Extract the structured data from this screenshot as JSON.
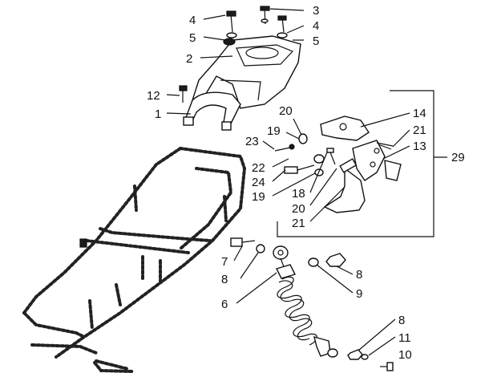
{
  "callouts": {
    "c1": "1",
    "c2": "2",
    "c3": "3",
    "c4a": "4",
    "c4b": "4",
    "c5a": "5",
    "c5b": "5",
    "c6": "6",
    "c7": "7",
    "c8a": "8",
    "c8b": "8",
    "c8c": "8",
    "c9": "9",
    "c10": "10",
    "c11": "11",
    "c12": "12",
    "c13": "13",
    "c14": "14",
    "c18": "18",
    "c19a": "19",
    "c19b": "19",
    "c20a": "20",
    "c20b": "20",
    "c21a": "21",
    "c21b": "21",
    "c22": "22",
    "c23": "23",
    "c24": "24",
    "c29": "29"
  },
  "parts": {
    "rear_carrier": "rack-icon",
    "frame": "frame-icon",
    "shock_absorber": "spring-shock-icon",
    "center_stand": "stand-icon",
    "bolt": "bolt-icon",
    "nut": "nut-icon",
    "washer": "washer-icon"
  }
}
